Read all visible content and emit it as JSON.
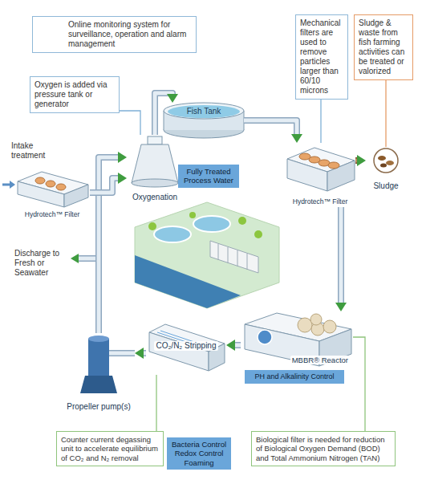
{
  "diagram": {
    "nodes": [
      {
        "text": [
          "Online monitoring system for surveillance, operation and alarm management"
        ]
      },
      {
        "text": [
          "Oxygen is added via pressure tank or generator"
        ]
      },
      {
        "text": [
          "Mechanical filters are used to remove particles larger than 60/10 microns"
        ]
      },
      {
        "text": [
          "Sludge & waste from fish farming activities can be treated or valorized"
        ]
      },
      {
        "text": [
          "Fish Tank"
        ]
      },
      {
        "text": [
          "Hydrotech™ Filter"
        ]
      },
      {
        "text": [
          "Hydrotech™ Filter"
        ]
      },
      {
        "text": [
          "Oxygenation"
        ]
      },
      {
        "text": [
          "Fully Treated Process Water"
        ]
      },
      {
        "text": [
          "Sludge"
        ]
      },
      {
        "text": [
          "MBBR® Reactor"
        ]
      },
      {
        "text": [
          "PH and Alkalinity Control"
        ]
      },
      {
        "text": [
          "CO₂/N₂ Stripping"
        ]
      },
      {
        "text": [
          "Propeller pump(s)"
        ]
      },
      {
        "text": [
          "Counter current degassing unit to accelerate equilibrium of CO₂ and N₂ removal"
        ]
      },
      {
        "text": [
          "Bacteria Control",
          "Redox Control",
          "Foaming"
        ]
      },
      {
        "text": [
          "Biological filter is needed for reduction of Biological Oxygen Demand (BOD) and Total Ammonium Nitrogen (TAN)"
        ]
      }
    ],
    "edges": [
      {
        "from": 4,
        "to": 5,
        "arrow": "to"
      },
      {
        "from": 5,
        "to": 10,
        "arrow": "to"
      },
      {
        "from": 10,
        "to": 12,
        "arrow": "to"
      },
      {
        "from": 12,
        "to": 13,
        "arrow": "to"
      },
      {
        "from": 13,
        "to": 7,
        "arrow": "to"
      },
      {
        "from": 7,
        "to": 4,
        "arrow": "to"
      },
      {
        "from": 6,
        "to": 7,
        "arrow": "to"
      },
      {
        "from": 5,
        "to": 9,
        "arrow": "to"
      },
      {
        "from": 1,
        "to": 7,
        "arrow": "none"
      },
      {
        "from": 2,
        "to": 5,
        "arrow": "none"
      },
      {
        "from": 3,
        "to": 9,
        "arrow": "none"
      },
      {
        "from": 14,
        "to": 12,
        "arrow": "none"
      },
      {
        "from": 16,
        "to": 10,
        "arrow": "none"
      }
    ],
    "labels": [
      "Intake treatment",
      "Discharge to Fresh or Seawater"
    ]
  }
}
